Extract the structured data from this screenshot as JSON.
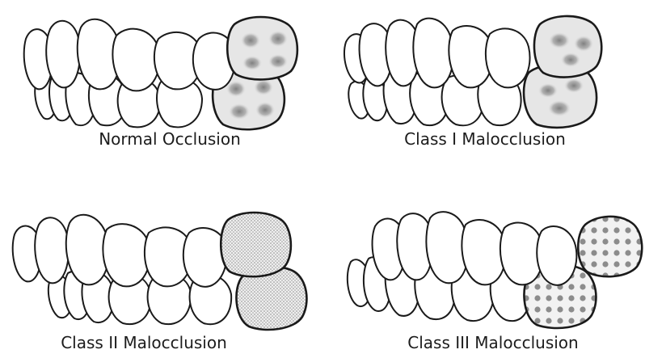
{
  "panels": [
    {
      "id": "normal",
      "caption": "Normal Occlusion",
      "molar_pattern": "blotch"
    },
    {
      "id": "class1",
      "caption": "Class I Malocclusion",
      "molar_pattern": "blotch"
    },
    {
      "id": "class2",
      "caption": "Class II Malocclusion",
      "molar_pattern": "stipple"
    },
    {
      "id": "class3",
      "caption": "Class III Malocclusion",
      "molar_pattern": "dots"
    }
  ]
}
